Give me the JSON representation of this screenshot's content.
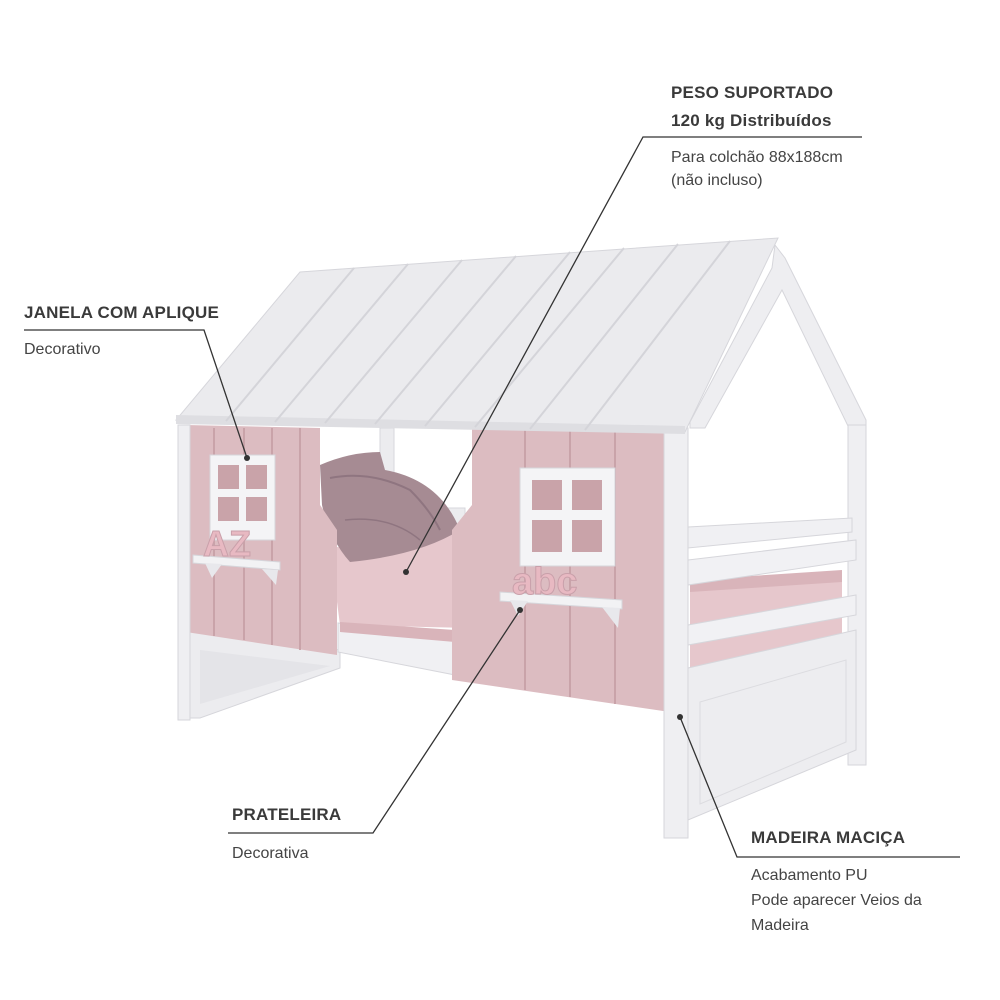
{
  "annotations": {
    "peso": {
      "title": "PESO SUPORTADO",
      "subtitle": "120 kg Distribuídos",
      "desc_line1": "Para colchão 88x188cm",
      "desc_line2": "(não incluso)"
    },
    "janela": {
      "title": "JANELA COM APLIQUE",
      "desc": "Decorativo"
    },
    "prateleira": {
      "title": "PRATELEIRA",
      "desc": "Decorativa"
    },
    "madeira": {
      "title": "MADEIRA MACIÇA",
      "desc_line1": "Acabamento PU",
      "desc_line2": "Pode aparecer Veios da",
      "desc_line3": "Madeira"
    }
  },
  "product": {
    "letters_left": "AZ",
    "letters_right": "abc"
  },
  "colors": {
    "pink_panel": "#dcbcc1",
    "pink_dark": "#c9a3a9",
    "white_frame": "#eeeef1",
    "roof": "#e8e8ec",
    "pillow": "#a68b93",
    "mattress": "#e6c7cc",
    "leader_line": "#333333"
  }
}
